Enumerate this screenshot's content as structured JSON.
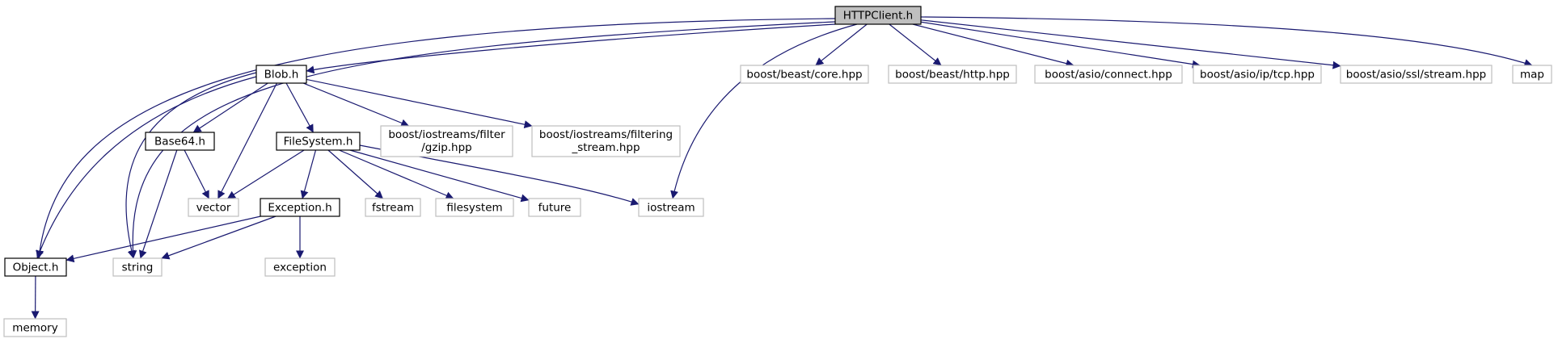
{
  "colors": {
    "edge": "#191970",
    "internal_border": "#000000",
    "external_border": "#bfbfbf",
    "root_fill": "#bfbfbf",
    "node_fill": "#ffffff"
  },
  "nodes": {
    "httpclient": {
      "label": "HTTPClient.h",
      "kind": "root"
    },
    "blob": {
      "label": "Blob.h",
      "kind": "internal"
    },
    "base64": {
      "label": "Base64.h",
      "kind": "internal"
    },
    "filesystem_h": {
      "label": "FileSystem.h",
      "kind": "internal"
    },
    "exception_h": {
      "label": "Exception.h",
      "kind": "internal"
    },
    "object": {
      "label": "Object.h",
      "kind": "internal"
    },
    "beast_core": {
      "label": "boost/beast/core.hpp",
      "kind": "external"
    },
    "beast_http": {
      "label": "boost/beast/http.hpp",
      "kind": "external"
    },
    "asio_connect": {
      "label": "boost/asio/connect.hpp",
      "kind": "external"
    },
    "asio_tcp": {
      "label": "boost/asio/ip/tcp.hpp",
      "kind": "external"
    },
    "asio_ssl": {
      "label": "boost/asio/ssl/stream.hpp",
      "kind": "external"
    },
    "map": {
      "label": "map",
      "kind": "external"
    },
    "gzip": {
      "label_lines": [
        "boost/iostreams/filter",
        "/gzip.hpp"
      ],
      "kind": "external"
    },
    "filtering": {
      "label_lines": [
        "boost/iostreams/filtering",
        "_stream.hpp"
      ],
      "kind": "external"
    },
    "vector": {
      "label": "vector",
      "kind": "external"
    },
    "fstream": {
      "label": "fstream",
      "kind": "external"
    },
    "filesystem": {
      "label": "filesystem",
      "kind": "external"
    },
    "future": {
      "label": "future",
      "kind": "external"
    },
    "iostream": {
      "label": "iostream",
      "kind": "external"
    },
    "string": {
      "label": "string",
      "kind": "external"
    },
    "exception": {
      "label": "exception",
      "kind": "external"
    },
    "memory": {
      "label": "memory",
      "kind": "external"
    }
  },
  "edges": [
    [
      "httpclient",
      "object"
    ],
    [
      "httpclient",
      "string"
    ],
    [
      "httpclient",
      "blob"
    ],
    [
      "httpclient",
      "iostream"
    ],
    [
      "httpclient",
      "beast_core"
    ],
    [
      "httpclient",
      "beast_http"
    ],
    [
      "httpclient",
      "asio_connect"
    ],
    [
      "httpclient",
      "asio_tcp"
    ],
    [
      "httpclient",
      "asio_ssl"
    ],
    [
      "httpclient",
      "map"
    ],
    [
      "blob",
      "object"
    ],
    [
      "blob",
      "string"
    ],
    [
      "blob",
      "base64"
    ],
    [
      "blob",
      "vector"
    ],
    [
      "blob",
      "filesystem_h"
    ],
    [
      "blob",
      "gzip"
    ],
    [
      "blob",
      "filtering"
    ],
    [
      "base64",
      "vector"
    ],
    [
      "base64",
      "string"
    ],
    [
      "filesystem_h",
      "vector"
    ],
    [
      "filesystem_h",
      "exception_h"
    ],
    [
      "filesystem_h",
      "fstream"
    ],
    [
      "filesystem_h",
      "filesystem"
    ],
    [
      "filesystem_h",
      "future"
    ],
    [
      "filesystem_h",
      "iostream"
    ],
    [
      "exception_h",
      "object"
    ],
    [
      "exception_h",
      "string"
    ],
    [
      "exception_h",
      "exception"
    ],
    [
      "object",
      "memory"
    ]
  ]
}
